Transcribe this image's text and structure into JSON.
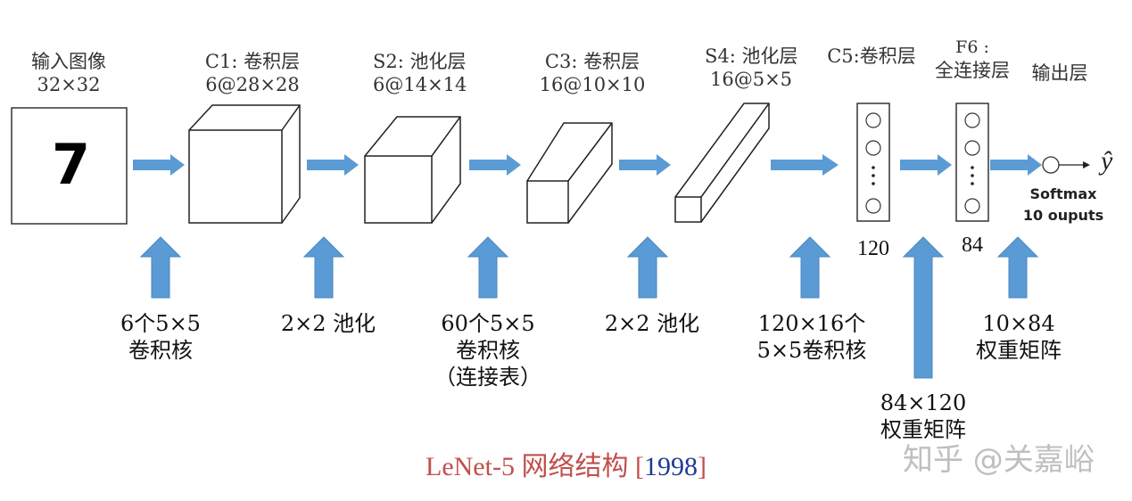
{
  "diagram": {
    "title": "LeNet-5 网络结构",
    "title_year": "1998",
    "accent_color": "#5b9bd5",
    "caption_color": "#c0504d",
    "year_color": "#1f3a93",
    "layers": [
      {
        "id": "input",
        "name": "输入图像",
        "shape": "32×32",
        "content": "7"
      },
      {
        "id": "c1",
        "name": "C1: 卷积层",
        "shape": "6@28×28"
      },
      {
        "id": "s2",
        "name": "S2: 池化层",
        "shape": "6@14×14"
      },
      {
        "id": "c3",
        "name": "C3: 卷积层",
        "shape": "16@10×10"
      },
      {
        "id": "s4",
        "name": "S4: 池化层",
        "shape": "16@5×5"
      },
      {
        "id": "c5",
        "name": "C5:卷积层",
        "units": "120"
      },
      {
        "id": "f6",
        "name_line1": "F6 :",
        "name_line2": "全连接层",
        "units": "84"
      },
      {
        "id": "output",
        "name": "输出层",
        "note_line1": "Softmax",
        "note_line2": "10 ouputs",
        "symbol": "ŷ"
      }
    ],
    "operations": [
      {
        "line1": "6个5×5",
        "line2": "卷积核"
      },
      {
        "line1": "2×2  池化"
      },
      {
        "line1": "60个5×5",
        "line2": "卷积核",
        "line3": "（连接表）"
      },
      {
        "line1": "2×2  池化"
      },
      {
        "line1": "120×16个",
        "line2": "5×5卷积核"
      },
      {
        "line1": "84×120",
        "line2": "权重矩阵"
      },
      {
        "line1": "10×84",
        "line2": "权重矩阵"
      }
    ],
    "watermark": "知乎 @关嘉峪"
  }
}
